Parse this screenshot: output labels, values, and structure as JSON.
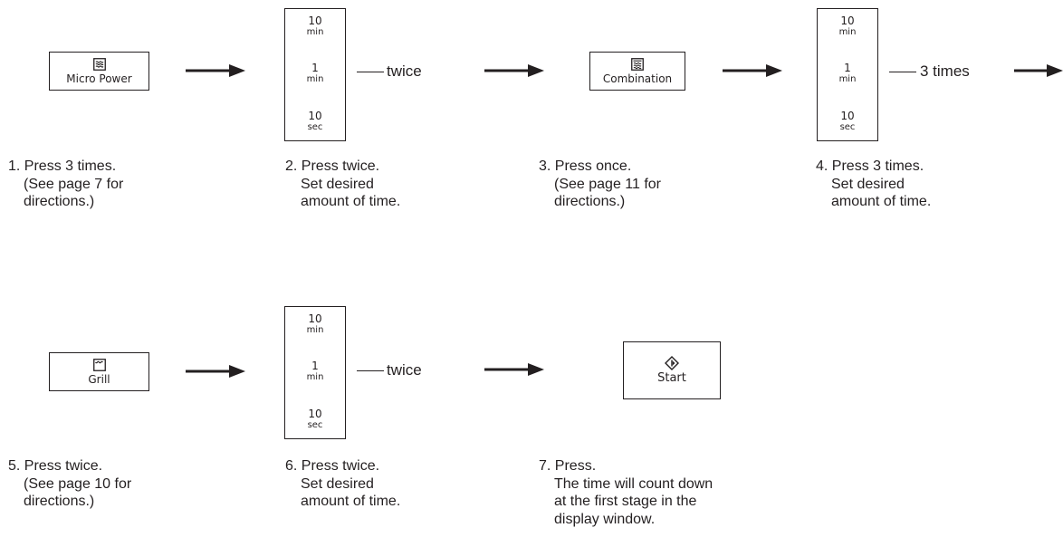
{
  "steps": [
    {
      "button": "Micro Power",
      "icon": "micro-power-icon",
      "caption": [
        "1. Press 3 times.",
        "(See page 7 for",
        "directions.)"
      ]
    },
    {
      "timer": true,
      "count_label": "twice",
      "caption": [
        "2. Press twice.",
        "Set desired",
        "amount of time."
      ]
    },
    {
      "button": "Combination",
      "icon": "combination-icon",
      "caption": [
        "3. Press once.",
        "(See page 11 for",
        "directions.)"
      ]
    },
    {
      "timer": true,
      "count_label": "3 times",
      "caption": [
        "4. Press 3 times.",
        "Set desired",
        "amount of time."
      ]
    },
    {
      "button": "Grill",
      "icon": "grill-icon",
      "caption": [
        "5. Press twice.",
        "(See page 10 for",
        "directions.)"
      ]
    },
    {
      "timer": true,
      "count_label": "twice",
      "caption": [
        "6. Press twice.",
        "Set desired",
        "amount of time."
      ]
    },
    {
      "button": "Start",
      "icon": "start-icon",
      "caption": [
        "7. Press.",
        "The time will count down",
        "at the first stage in the",
        "display window."
      ]
    }
  ],
  "timer_keys": {
    "ten_min": {
      "num": "10",
      "unit": "min"
    },
    "one_min": {
      "num": "1",
      "unit": "min"
    },
    "ten_sec": {
      "num": "10",
      "unit": "sec"
    }
  },
  "colors": {
    "ink": "#231f20"
  }
}
